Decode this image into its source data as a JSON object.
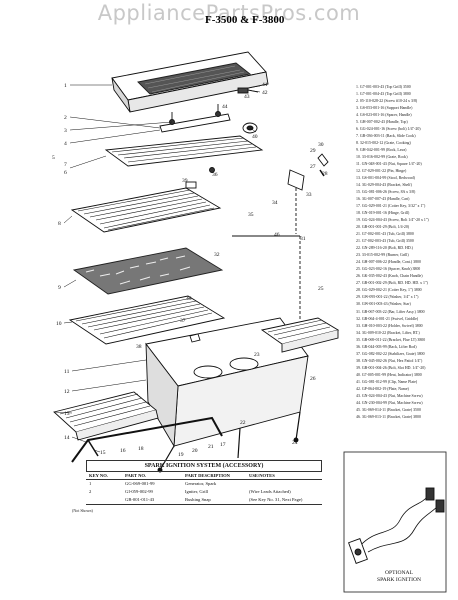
{
  "watermark": "AppliancePartsPros.com",
  "diagram": {
    "title": "F-3500 & F-3800",
    "callouts": [
      "1",
      "2",
      "3",
      "4",
      "5",
      "6",
      "7",
      "8",
      "9",
      "10",
      "11",
      "12",
      "13",
      "14",
      "15",
      "16",
      "17",
      "18",
      "19",
      "20",
      "21",
      "22",
      "23",
      "24",
      "25",
      "26",
      "27",
      "28",
      "29",
      "30",
      "31",
      "32",
      "33",
      "34",
      "35",
      "36",
      "37",
      "38",
      "39",
      "40",
      "41",
      "42",
      "43",
      "44",
      "45",
      "46"
    ]
  },
  "parts_list": [
    "1. G7-001-003-43 (Top Grill) 3500",
    "1. G7-001-004-43 (Top Grill) 3800",
    "2. 05-110-028-22 (Screw #10-24 x 3/8)",
    "3. GS-053-001-16 (Support Handle)",
    "4. GS-023-001-16 (Spacer, Handle)",
    "5. GH-007-002-43 (Handle, Top)",
    "6. GG-024-001-16 (Screw (bolt) 1/4\"-20)",
    "7. GR-036-003-11 (Rack, Slide Cook)",
    "8. 32-015-002-12 (Grate, Cooking)",
    "9. GH-042-001-99 (Rock, Lava)",
    "10. 33-016-002-99 (Grate, Rock)",
    "11. GN-048-001-43 (Nut, Square 1/4\"-20)",
    "12. G7-029-001-22 (Pin, Hinge)",
    "13. GS-001-004-99 (Stool, Redwood)",
    "14. 3G-029-004-43 (Bracket, Shelf)",
    "15. GG-081-006-26 (Screw, 8A x 3/8)",
    "16. 3G-007-007-43 (Handle, Cart)",
    "17. GG-029-001-21 (Cotter Key, 3/32\" x 1\")",
    "18. GN-019-001-16 (Hinge, Grill)",
    "19. GG-024-004-43 (Screw, Bolt 1/4\"-20 x 1\")",
    "20. GB-001-001-29 (Bolt, 1/4-20)",
    "21. G7-002-001-43 (Tub, Grill) 3800",
    "21. G7-002-003-43 (Tub, Grill) 3500",
    "22. GN-289-116-20 (Bolt, RD. HD.)",
    "23. 33-015-002-99 (Burner, Grill)",
    "24. GH-007-006-22 (Handle, Cont.) 3800",
    "25. GG-023-002-16 (Spacer, Knob) 3800",
    "26. GK-035-002-43 (Knob, Chain Handle)",
    "27. GB-001-002-29 (Bolt, RD. HD. HD. x 1\")",
    "28. GG-029-002-21 (Cotter Key, 1\") 3800",
    "29. GW-095-001-22 (Washer, 1/4\" x 1\")",
    "30. GW-001-003-43 (Washer, Star)",
    "31. GB-067-003-22 (Bar, Lifter Assy.) 3800",
    "32. GB-064-4-001-21 (Swivel, Griddle)",
    "33. GH-010-003-22 (Holder, Swivel) 3800",
    "34. 3G-009-010-22 (Bracket, Lifter, RT.)",
    "35. GB-069-011-22 (Bracket, Flue LT) 3800",
    "36. GR-044-003-99 (Rack, Lifter Rod)",
    "37. GG-082-002-22 (Stabilizer, Grate) 3800",
    "38. GN-045-002-26 (Nut, Hex Patiol 1/4\")",
    "39. GB-001-004-26 (Bolt, Slot HD. 1/4\"-20)",
    "40. G7-005-001-99 (Heat, Indicator) 3800",
    "41. GG-081-012-99 (Clip, Name Plate)",
    "42. GP-064-002-19 (Plate, Name)",
    "43. GN-024-004-43 (Nut, Machine Screw)",
    "44. GN-230-004-99 (Nut, Machine Screw)",
    "45. 3G-069-014-11 (Bracket, Grate) 3500",
    "46. 3G-069-013-11 (Bracket, Grate) 3800"
  ],
  "spark_table": {
    "caption": "SPARK IGNITION SYSTEM (ACCESSORY)",
    "headers": [
      "KEY NO.",
      "PART NO.",
      "PART DESCRIPTION",
      "USE/NOTES"
    ],
    "rows": [
      [
        "1",
        "GG-069-001-99",
        "Generator, Spark",
        ""
      ],
      [
        "2",
        "GI-059-002-99",
        "Igniter, Grill",
        "(Wire Leads Attached)"
      ],
      [
        "",
        "GB-001-011-43",
        "Bushing Snap",
        "(See Key No. 31, Next Page)"
      ]
    ],
    "left_note": "(Not Shown)"
  },
  "optional_label": [
    "OPTIONAL",
    "SPARK IGNITION"
  ],
  "colors": {
    "ink": "#111111",
    "watermark": "#c8c8c8",
    "paper": "#ffffff"
  }
}
